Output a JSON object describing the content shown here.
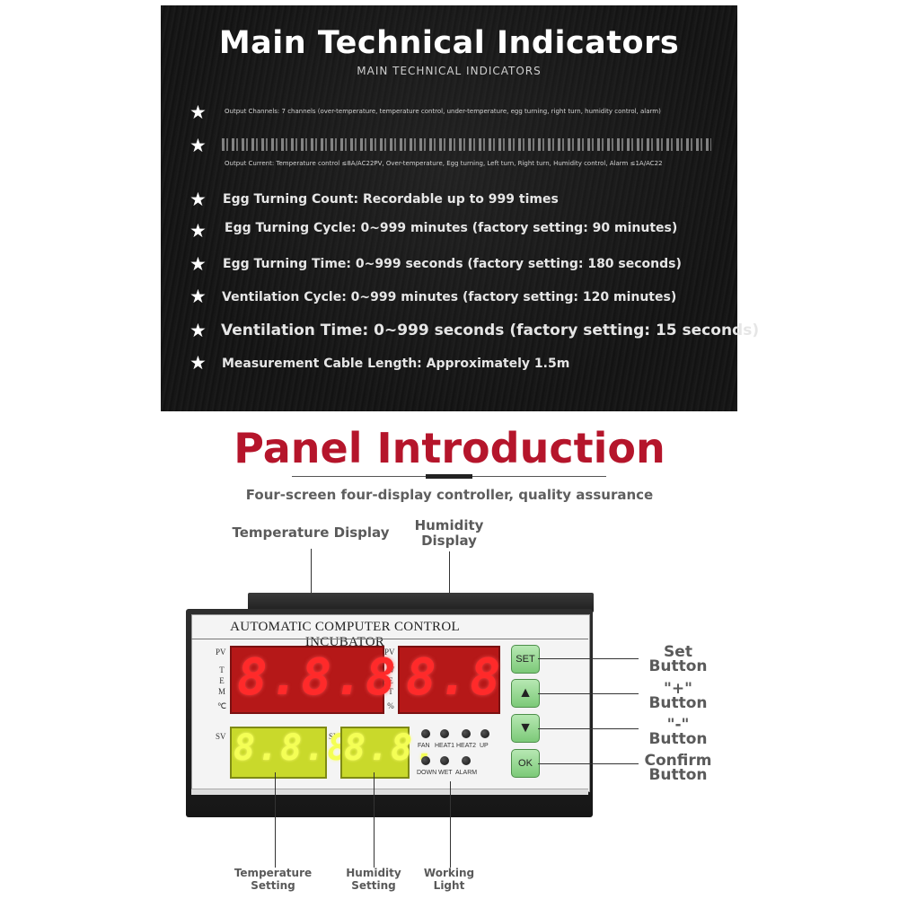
{
  "specs": {
    "title": "Main Technical Indicators",
    "subtitle": "MAIN TECHNICAL INDICATORS",
    "star_glyph": "★",
    "items": [
      "Output Channels: 7 channels (over-temperature, temperature control, under-temperature, egg turning, right turn, humidity control, alarm)",
      "Output Current: Temperature control ≤8A/AC22PV, Over-temperature, Egg turning, Left turn, Right turn, Humidity control, Alarm ≤1A/AC22",
      "Egg Turning Count: Recordable up to 999 times",
      "Egg Turning Cycle: 0~999 minutes (factory setting: 90 minutes)",
      "Egg Turning Time: 0~999 seconds (factory setting: 180 seconds)",
      "Ventilation Cycle: 0~999 minutes (factory setting: 120 minutes)",
      "Ventilation Time: 0~999 seconds (factory setting: 15 seconds)",
      "Measurement Cable Length: Approximately 1.5m"
    ]
  },
  "intro": {
    "title": "Panel Introduction",
    "subtitle": "Four-screen four-display controller, quality assurance"
  },
  "labels": {
    "temperature_display": "Temperature Display",
    "humidity_display_1": "Humidity",
    "humidity_display_2": "Display",
    "set_button_1": "Set",
    "set_button_2": "Button",
    "plus_button_1": "\"+\"",
    "plus_button_2": "Button",
    "minus_button_1": "\"-\"",
    "minus_button_2": "Button",
    "confirm_button_1": "Confirm",
    "confirm_button_2": "Button",
    "temperature_setting_1": "Temperature",
    "temperature_setting_2": "Setting",
    "humidity_setting_1": "Humidity",
    "humidity_setting_2": "Setting",
    "working_light_1": "Working",
    "working_light_2": "Light"
  },
  "device": {
    "title": "AUTOMATIC COMPUTER CONTROL INCUBATOR",
    "pv": "PV",
    "sv": "SV",
    "tem_letters": [
      "T",
      "E",
      "M",
      "℃"
    ],
    "wet_letters": [
      "W",
      "E",
      "T",
      "%"
    ],
    "temp_pv_readout": "8.8.8.",
    "hum_pv_readout": "8.8",
    "temp_sv_readout": "8.8.8.",
    "hum_sv_readout": "8.8.",
    "leds_top": [
      "FAN",
      "HEAT1",
      "HEAT2",
      "UP"
    ],
    "leds_bottom": [
      "DOWN",
      "WET",
      "ALARM"
    ],
    "buttons": {
      "set": "SET",
      "plus": "▲",
      "minus": "▼",
      "ok": "OK"
    }
  }
}
